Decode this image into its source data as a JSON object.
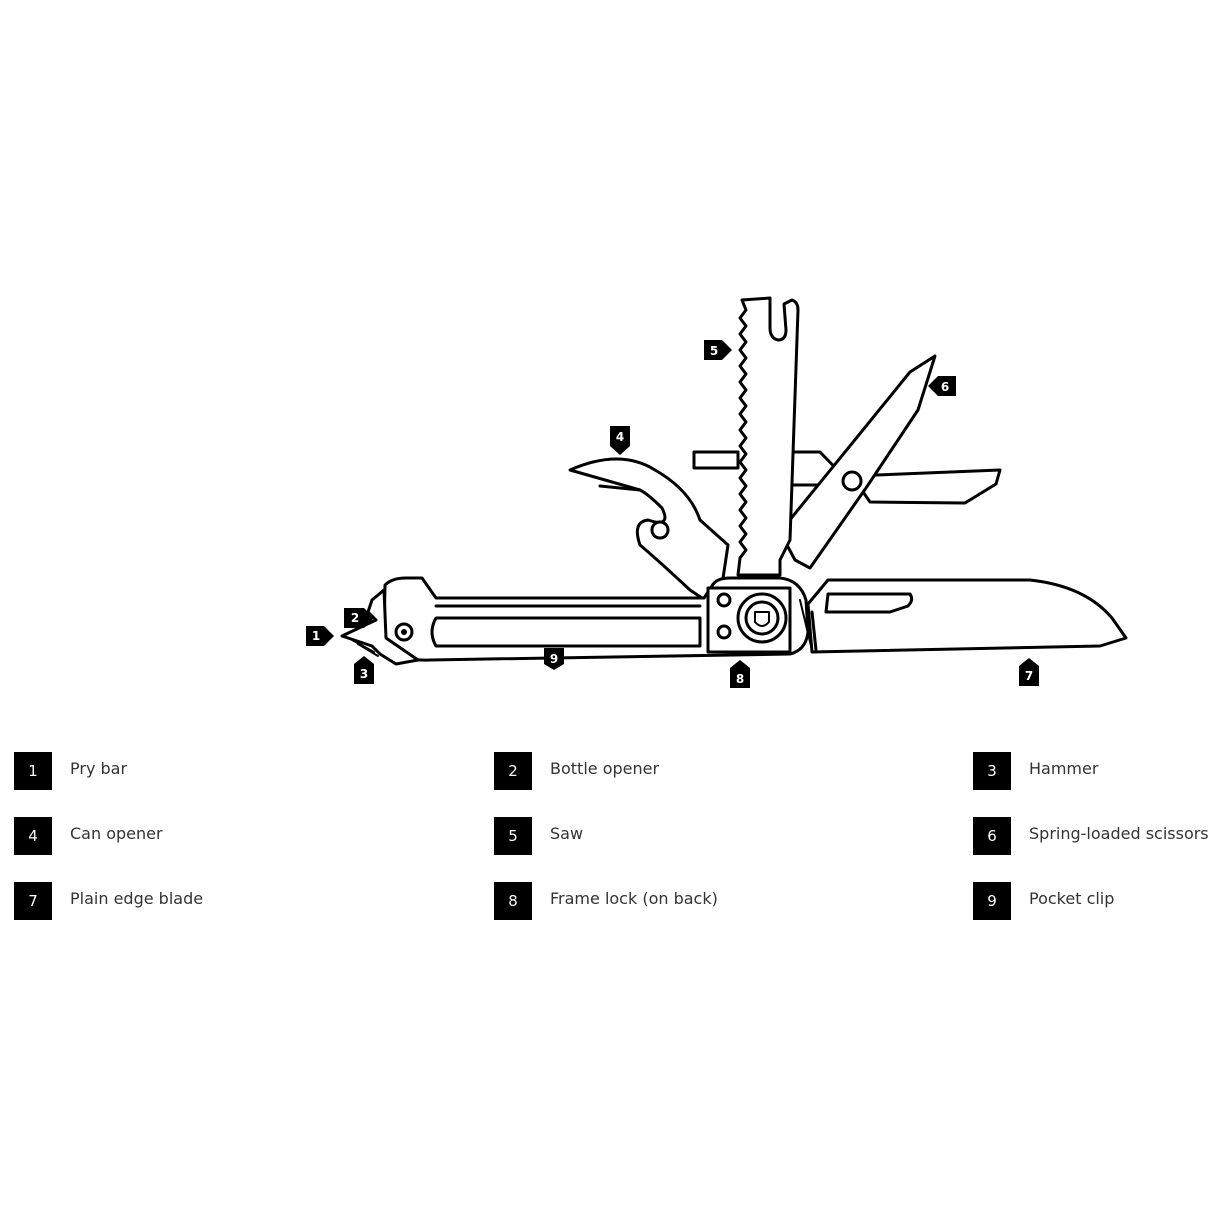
{
  "callouts": [
    {
      "number": "1"
    },
    {
      "number": "2"
    },
    {
      "number": "3"
    },
    {
      "number": "4"
    },
    {
      "number": "5"
    },
    {
      "number": "6"
    },
    {
      "number": "7"
    },
    {
      "number": "8"
    },
    {
      "number": "9"
    }
  ],
  "legend": [
    {
      "number": "1",
      "label": "Pry bar"
    },
    {
      "number": "2",
      "label": "Bottle opener"
    },
    {
      "number": "3",
      "label": "Hammer"
    },
    {
      "number": "4",
      "label": "Can opener"
    },
    {
      "number": "5",
      "label": "Saw"
    },
    {
      "number": "6",
      "label": "Spring-loaded scissors"
    },
    {
      "number": "7",
      "label": "Plain edge blade"
    },
    {
      "number": "8",
      "label": "Frame lock (on back)"
    },
    {
      "number": "9",
      "label": "Pocket clip"
    }
  ]
}
